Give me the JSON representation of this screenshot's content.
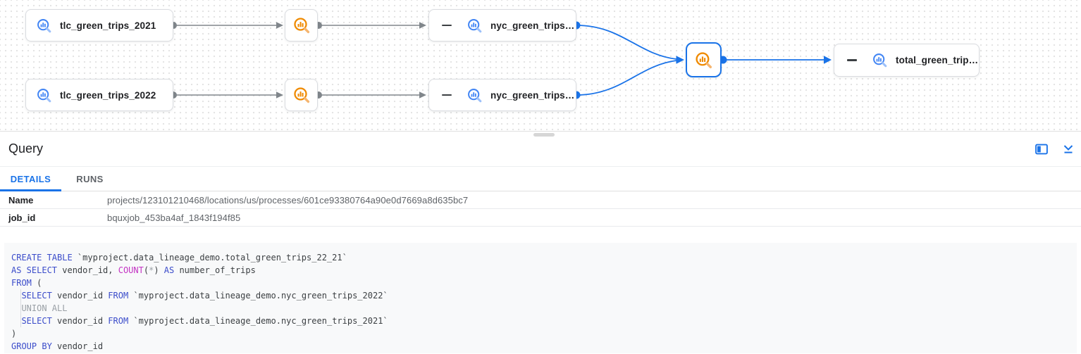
{
  "graph": {
    "nodes": {
      "t2021": {
        "label": "tlc_green_trips_2021",
        "type": "bigquery-table"
      },
      "t2022": {
        "label": "tlc_green_trips_2022",
        "type": "bigquery-table"
      },
      "nyc1": {
        "label": "nyc_green_trips…",
        "type": "bigquery-table"
      },
      "nyc2": {
        "label": "nyc_green_trips…",
        "type": "bigquery-table"
      },
      "total": {
        "label": "total_green_trip…",
        "type": "bigquery-table"
      }
    }
  },
  "panel": {
    "title": "Query",
    "tabs": {
      "details": "DETAILS",
      "runs": "RUNS"
    },
    "fields": {
      "name": {
        "label": "Name",
        "value": "projects/123101210468/locations/us/processes/601ce93380764a90e0d7669a8d635bc7"
      },
      "job_id": {
        "label": "job_id",
        "value": "bquxjob_453ba4af_1843f194f85"
      }
    },
    "icons": {
      "side_panel": "open-side-panel-icon",
      "collapse": "collapse-panel-icon"
    }
  },
  "sql": {
    "lines": [
      {
        "segments": [
          {
            "type": "kw",
            "text": "CREATE TABLE"
          },
          {
            "type": "pl",
            "text": " `myproject.data_lineage_demo.total_green_trips_22_21`"
          }
        ]
      },
      {
        "segments": [
          {
            "type": "kw",
            "text": "AS SELECT"
          },
          {
            "type": "pl",
            "text": " vendor_id, "
          },
          {
            "type": "fn",
            "text": "COUNT"
          },
          {
            "type": "pl",
            "text": "("
          },
          {
            "type": "mut",
            "text": "*"
          },
          {
            "type": "pl",
            "text": ") "
          },
          {
            "type": "kw",
            "text": "AS"
          },
          {
            "type": "pl",
            "text": " number_of_trips"
          }
        ]
      },
      {
        "segments": [
          {
            "type": "kw",
            "text": "FROM"
          },
          {
            "type": "pl",
            "text": " ("
          }
        ]
      },
      {
        "indent_guide": true,
        "segments": [
          {
            "type": "pl",
            "text": "  "
          },
          {
            "type": "kw",
            "text": "SELECT"
          },
          {
            "type": "pl",
            "text": " vendor_id "
          },
          {
            "type": "kw",
            "text": "FROM"
          },
          {
            "type": "pl",
            "text": " `myproject.data_lineage_demo.nyc_green_trips_2022`"
          }
        ]
      },
      {
        "indent_guide": true,
        "segments": [
          {
            "type": "mut",
            "text": "  UNION ALL"
          }
        ]
      },
      {
        "indent_guide": true,
        "segments": [
          {
            "type": "pl",
            "text": "  "
          },
          {
            "type": "kw",
            "text": "SELECT"
          },
          {
            "type": "pl",
            "text": " vendor_id "
          },
          {
            "type": "kw",
            "text": "FROM"
          },
          {
            "type": "pl",
            "text": " `myproject.data_lineage_demo.nyc_green_trips_2021`"
          }
        ]
      },
      {
        "segments": [
          {
            "type": "pl",
            "text": ")"
          }
        ]
      },
      {
        "segments": [
          {
            "type": "kw",
            "text": "GROUP BY"
          },
          {
            "type": "pl",
            "text": " vendor_id"
          }
        ]
      }
    ]
  },
  "colors": {
    "accent_blue": "#1a73e8",
    "table_icon_blue": "#4285f4",
    "query_icon_orange": "#ef8a00",
    "edge_gray": "#80868b",
    "keyword_blue": "#3b4cca",
    "function_magenta": "#c333c3",
    "muted_gray": "#9aa0a6"
  }
}
